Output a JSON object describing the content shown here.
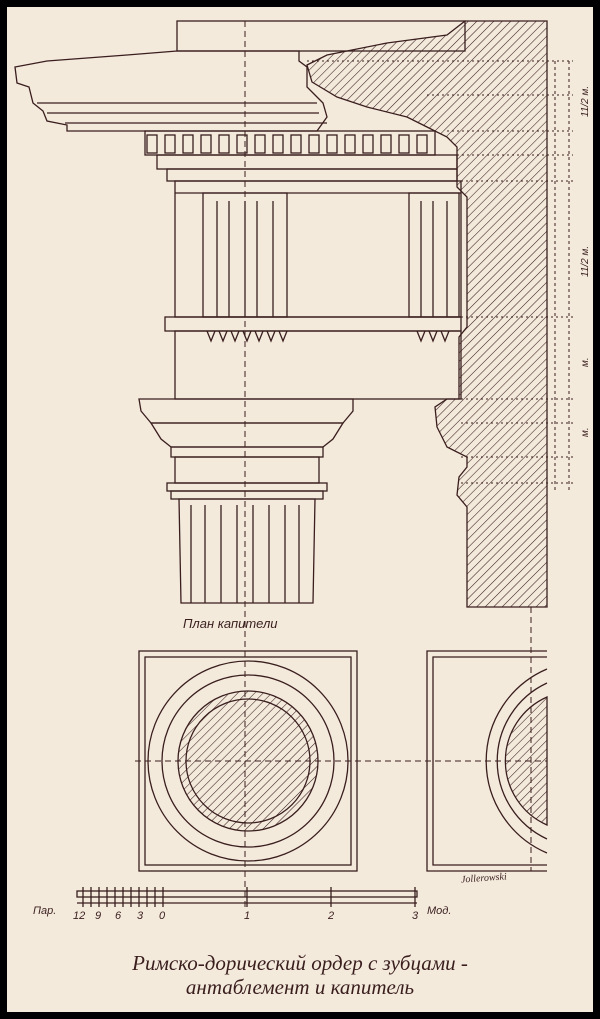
{
  "caption": {
    "line1": "Римско-дорический ордер с зубцами -",
    "line2": "антаблемент и капитель"
  },
  "plan_title": "План капители",
  "scale": {
    "left_unit": "Пар.",
    "right_unit": "Мод.",
    "ticks": [
      "12",
      "9",
      "6",
      "3",
      "0",
      "1",
      "2",
      "3"
    ]
  },
  "dimensions": [
    "11/2 м.",
    "11/2 м.",
    "м.",
    "м."
  ],
  "signature": "Jollerowski",
  "colors": {
    "ink": "#3a1e1e",
    "paper": "#f3eadc",
    "border": "#000000"
  }
}
